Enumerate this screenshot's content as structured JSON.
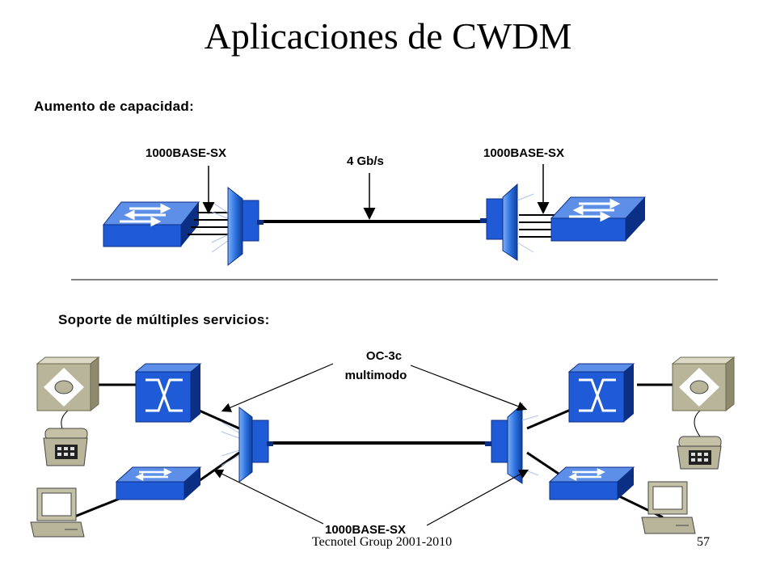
{
  "title": "Aplicaciones de CWDM",
  "section_capacity": "Aumento de capacidad:",
  "section_services": "Soporte de múltiples servicios:",
  "capacity": {
    "left_label": "1000BASE-SX",
    "right_label": "1000BASE-SX",
    "link_label": "4 Gb/s"
  },
  "services": {
    "link_label_line1": "OC-3c",
    "link_label_line2": "multimodo",
    "bottom_label": "1000BASE-SX"
  },
  "footer": {
    "left": "Tecnotel Group 2001-2010",
    "page": "57"
  },
  "colors": {
    "device_blue": "#1f5bd6",
    "device_dark": "#0c2f86",
    "mux_blue": "#2d73e0",
    "phone_gray": "#b9b59a"
  }
}
